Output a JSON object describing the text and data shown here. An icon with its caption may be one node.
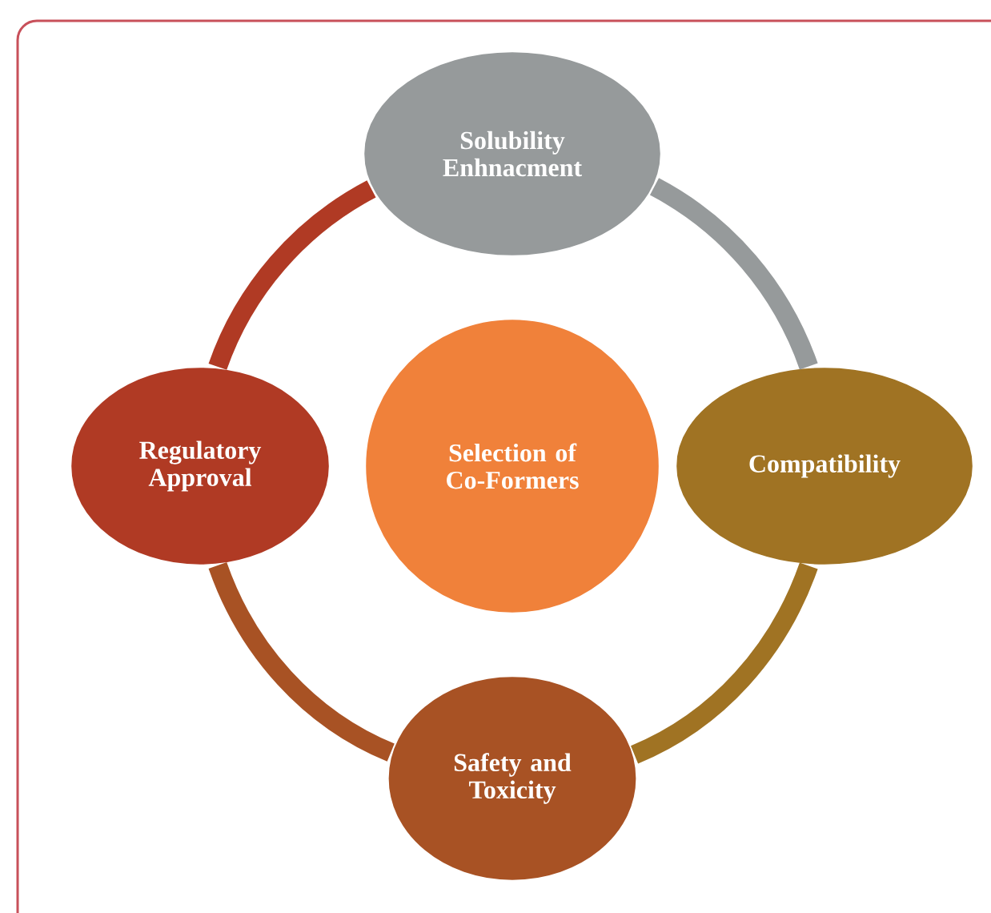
{
  "diagram": {
    "nodes": [
      {
        "text": [
          "Solubility Enhnacment"
        ]
      },
      {
        "text": [
          "Regulatory Approval"
        ]
      },
      {
        "text": [
          "Selection of Co-Formers"
        ]
      },
      {
        "text": [
          "Compatibility"
        ]
      },
      {
        "text": [
          "Safety and Toxicity"
        ]
      }
    ],
    "edges": [
      {
        "from": 0,
        "to": 3,
        "arrow": "none",
        "color": "#969a9b"
      },
      {
        "from": 3,
        "to": 4,
        "arrow": "none",
        "color": "#a07323"
      },
      {
        "from": 4,
        "to": 1,
        "arrow": "none",
        "color": "#a85224"
      },
      {
        "from": 1,
        "to": 0,
        "arrow": "none",
        "color": "#b03a24"
      }
    ]
  }
}
